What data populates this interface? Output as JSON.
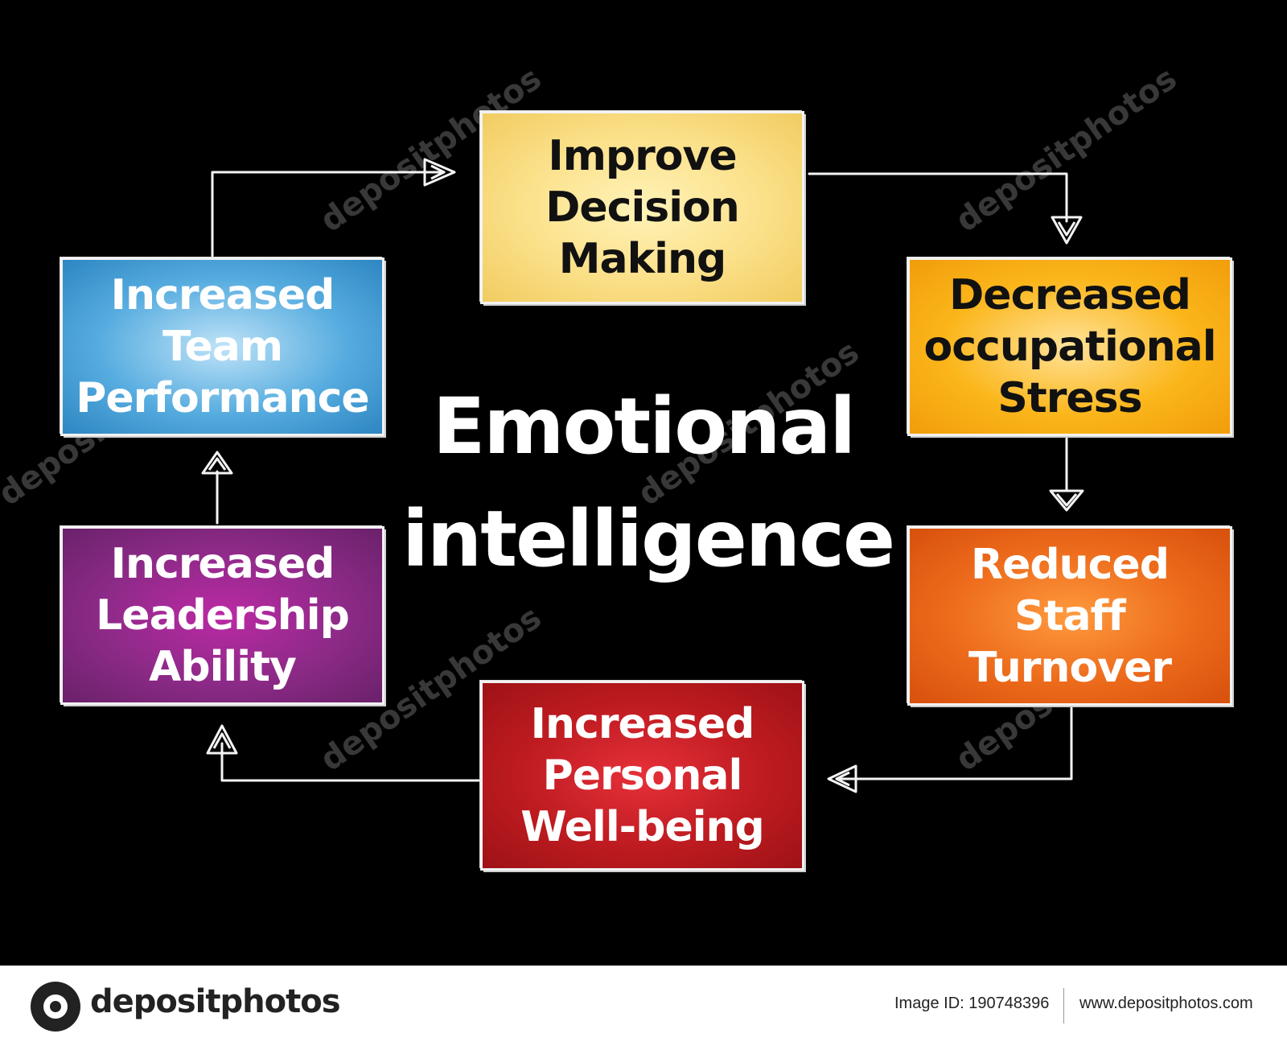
{
  "diagram": {
    "title": "Emotional\nintelligence",
    "nodes": [
      {
        "id": "improve",
        "label": "Improve\nDecision\nMaking",
        "color": "#fbe089"
      },
      {
        "id": "stress",
        "label": "Decreased\noccupational\nStress",
        "color": "#fbb61b"
      },
      {
        "id": "turnover",
        "label": "Reduced\nStaff\nTurnover",
        "color": "#ec6a1b"
      },
      {
        "id": "wellbeing",
        "label": "Increased\nPersonal\nWell-being",
        "color": "#bd1b20"
      },
      {
        "id": "leadership",
        "label": "Increased\nLeadership\nAbility",
        "color": "#8c2a87"
      },
      {
        "id": "team",
        "label": "Increased\nTeam\nPerformance",
        "color": "#56acdf"
      }
    ],
    "edges": [
      {
        "from": "team",
        "to": "improve"
      },
      {
        "from": "improve",
        "to": "stress"
      },
      {
        "from": "stress",
        "to": "turnover"
      },
      {
        "from": "turnover",
        "to": "wellbeing"
      },
      {
        "from": "wellbeing",
        "to": "leadership"
      },
      {
        "from": "leadership",
        "to": "team"
      }
    ]
  },
  "watermark": {
    "text": "depositphotos"
  },
  "footer": {
    "brand": "depositphotos",
    "image_id": "Image ID: 190748396",
    "url": "www.depositphotos.com"
  }
}
